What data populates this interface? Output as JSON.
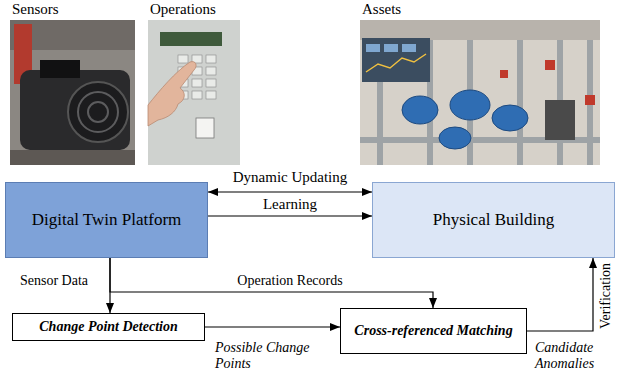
{
  "diagram": {
    "nodes": [
      {
        "text": [
          "Digital Twin Platform"
        ]
      },
      {
        "text": [
          "Physical Building"
        ]
      },
      {
        "text": [
          "Change Point Detection"
        ]
      },
      {
        "text": [
          "Cross-referenced Matching"
        ]
      }
    ],
    "edges": [
      {
        "from": 0,
        "to": 1,
        "arrow": "both",
        "label": "Dynamic Updating"
      },
      {
        "from": 0,
        "to": 1,
        "arrow": "to",
        "label": "Learning"
      },
      {
        "from": 0,
        "to": 2,
        "arrow": "to",
        "label": "Sensor Data"
      },
      {
        "from": 0,
        "to": 3,
        "arrow": "to",
        "label": "Operation Records"
      },
      {
        "from": 2,
        "to": 3,
        "arrow": "to",
        "label": "Possible Change Points"
      },
      {
        "from": 3,
        "to": 1,
        "arrow": "to",
        "label": "Verification"
      }
    ],
    "labels": [
      "Sensors",
      "Operations",
      "Assets",
      "Candidate Anomalies"
    ]
  }
}
